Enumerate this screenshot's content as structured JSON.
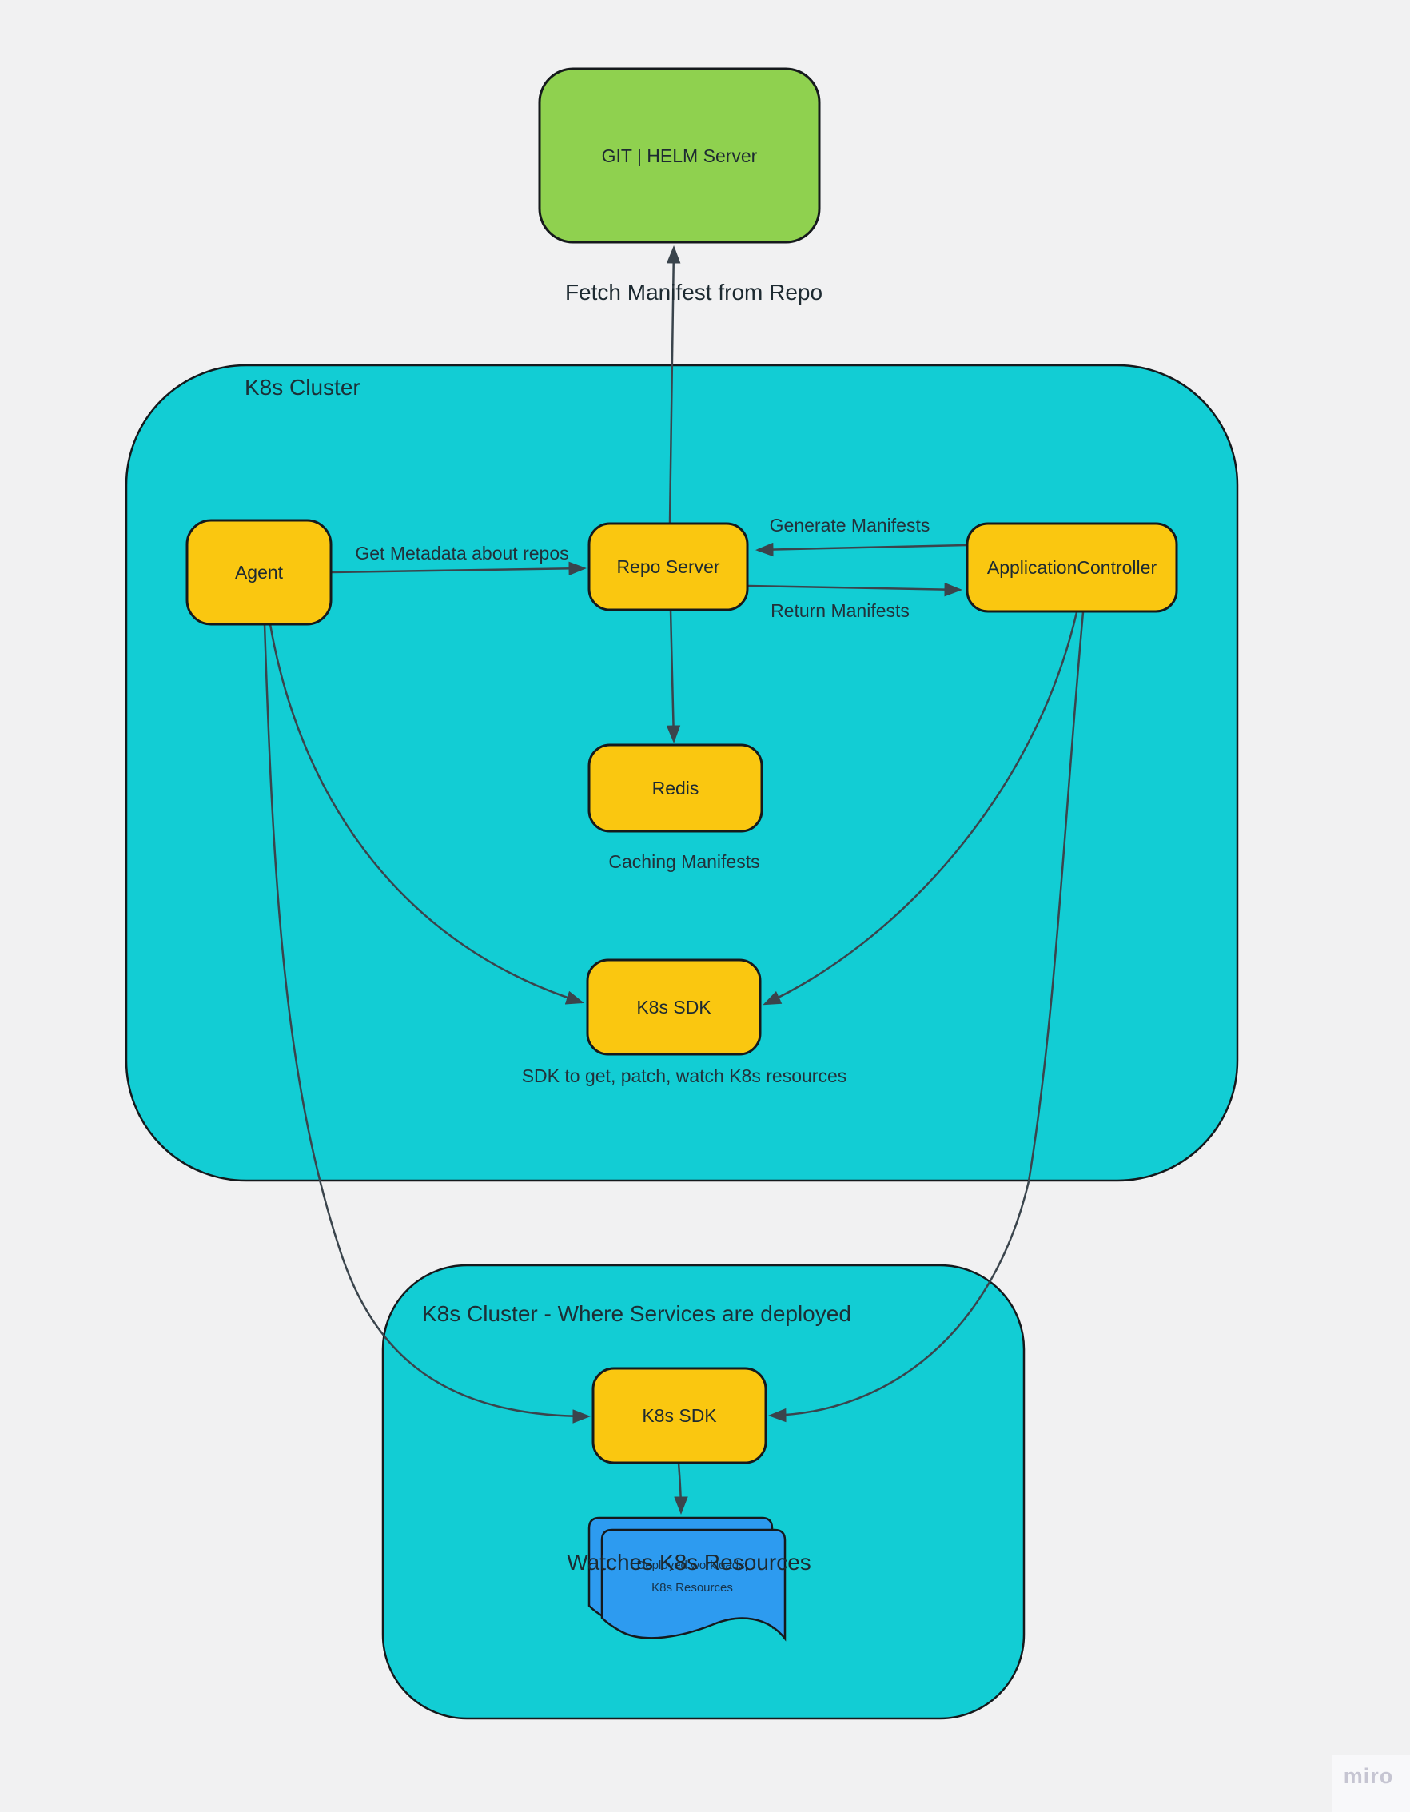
{
  "colors": {
    "canvas_bg": "#f1f1f2",
    "cluster_fill": "#12cdd4",
    "node_fill": "#fac710",
    "git_server_fill": "#8fd14f",
    "document_fill": "#2d9bf0",
    "shape_stroke": "#15191c",
    "connector_stroke": "#3a444c",
    "text": "#1d2a31",
    "watermark_text": "#c6c5d2",
    "watermark_bg": "#f8f8fa"
  },
  "clusters": {
    "main": {
      "title": "K8s Cluster"
    },
    "deploy": {
      "title": "K8s Cluster - Where Services are deployed"
    }
  },
  "nodes": {
    "git_helm": {
      "label": "GIT | HELM Server"
    },
    "agent": {
      "label": "Agent"
    },
    "repo_server": {
      "label": "Repo Server"
    },
    "application_controller": {
      "label": "ApplicationController"
    },
    "redis": {
      "label": "Redis"
    },
    "k8s_sdk_main": {
      "label": "K8s SDK"
    },
    "k8s_sdk_deploy": {
      "label": "K8s SDK"
    },
    "workloads_doc": {
      "line1": "Deployed workloads|",
      "line2": "K8s Resources"
    }
  },
  "edge_labels": {
    "fetch_manifest": "Fetch Manifest from Repo",
    "get_metadata": "Get Metadata about repos",
    "generate_manifests": "Generate Manifests",
    "return_manifests": "Return Manifests",
    "caching_manifests": "Caching Manifests",
    "sdk_caption": "SDK to get, patch, watch K8s resources",
    "watches_resources": "Watches K8s Resources"
  },
  "watermark": {
    "label": "miro"
  }
}
